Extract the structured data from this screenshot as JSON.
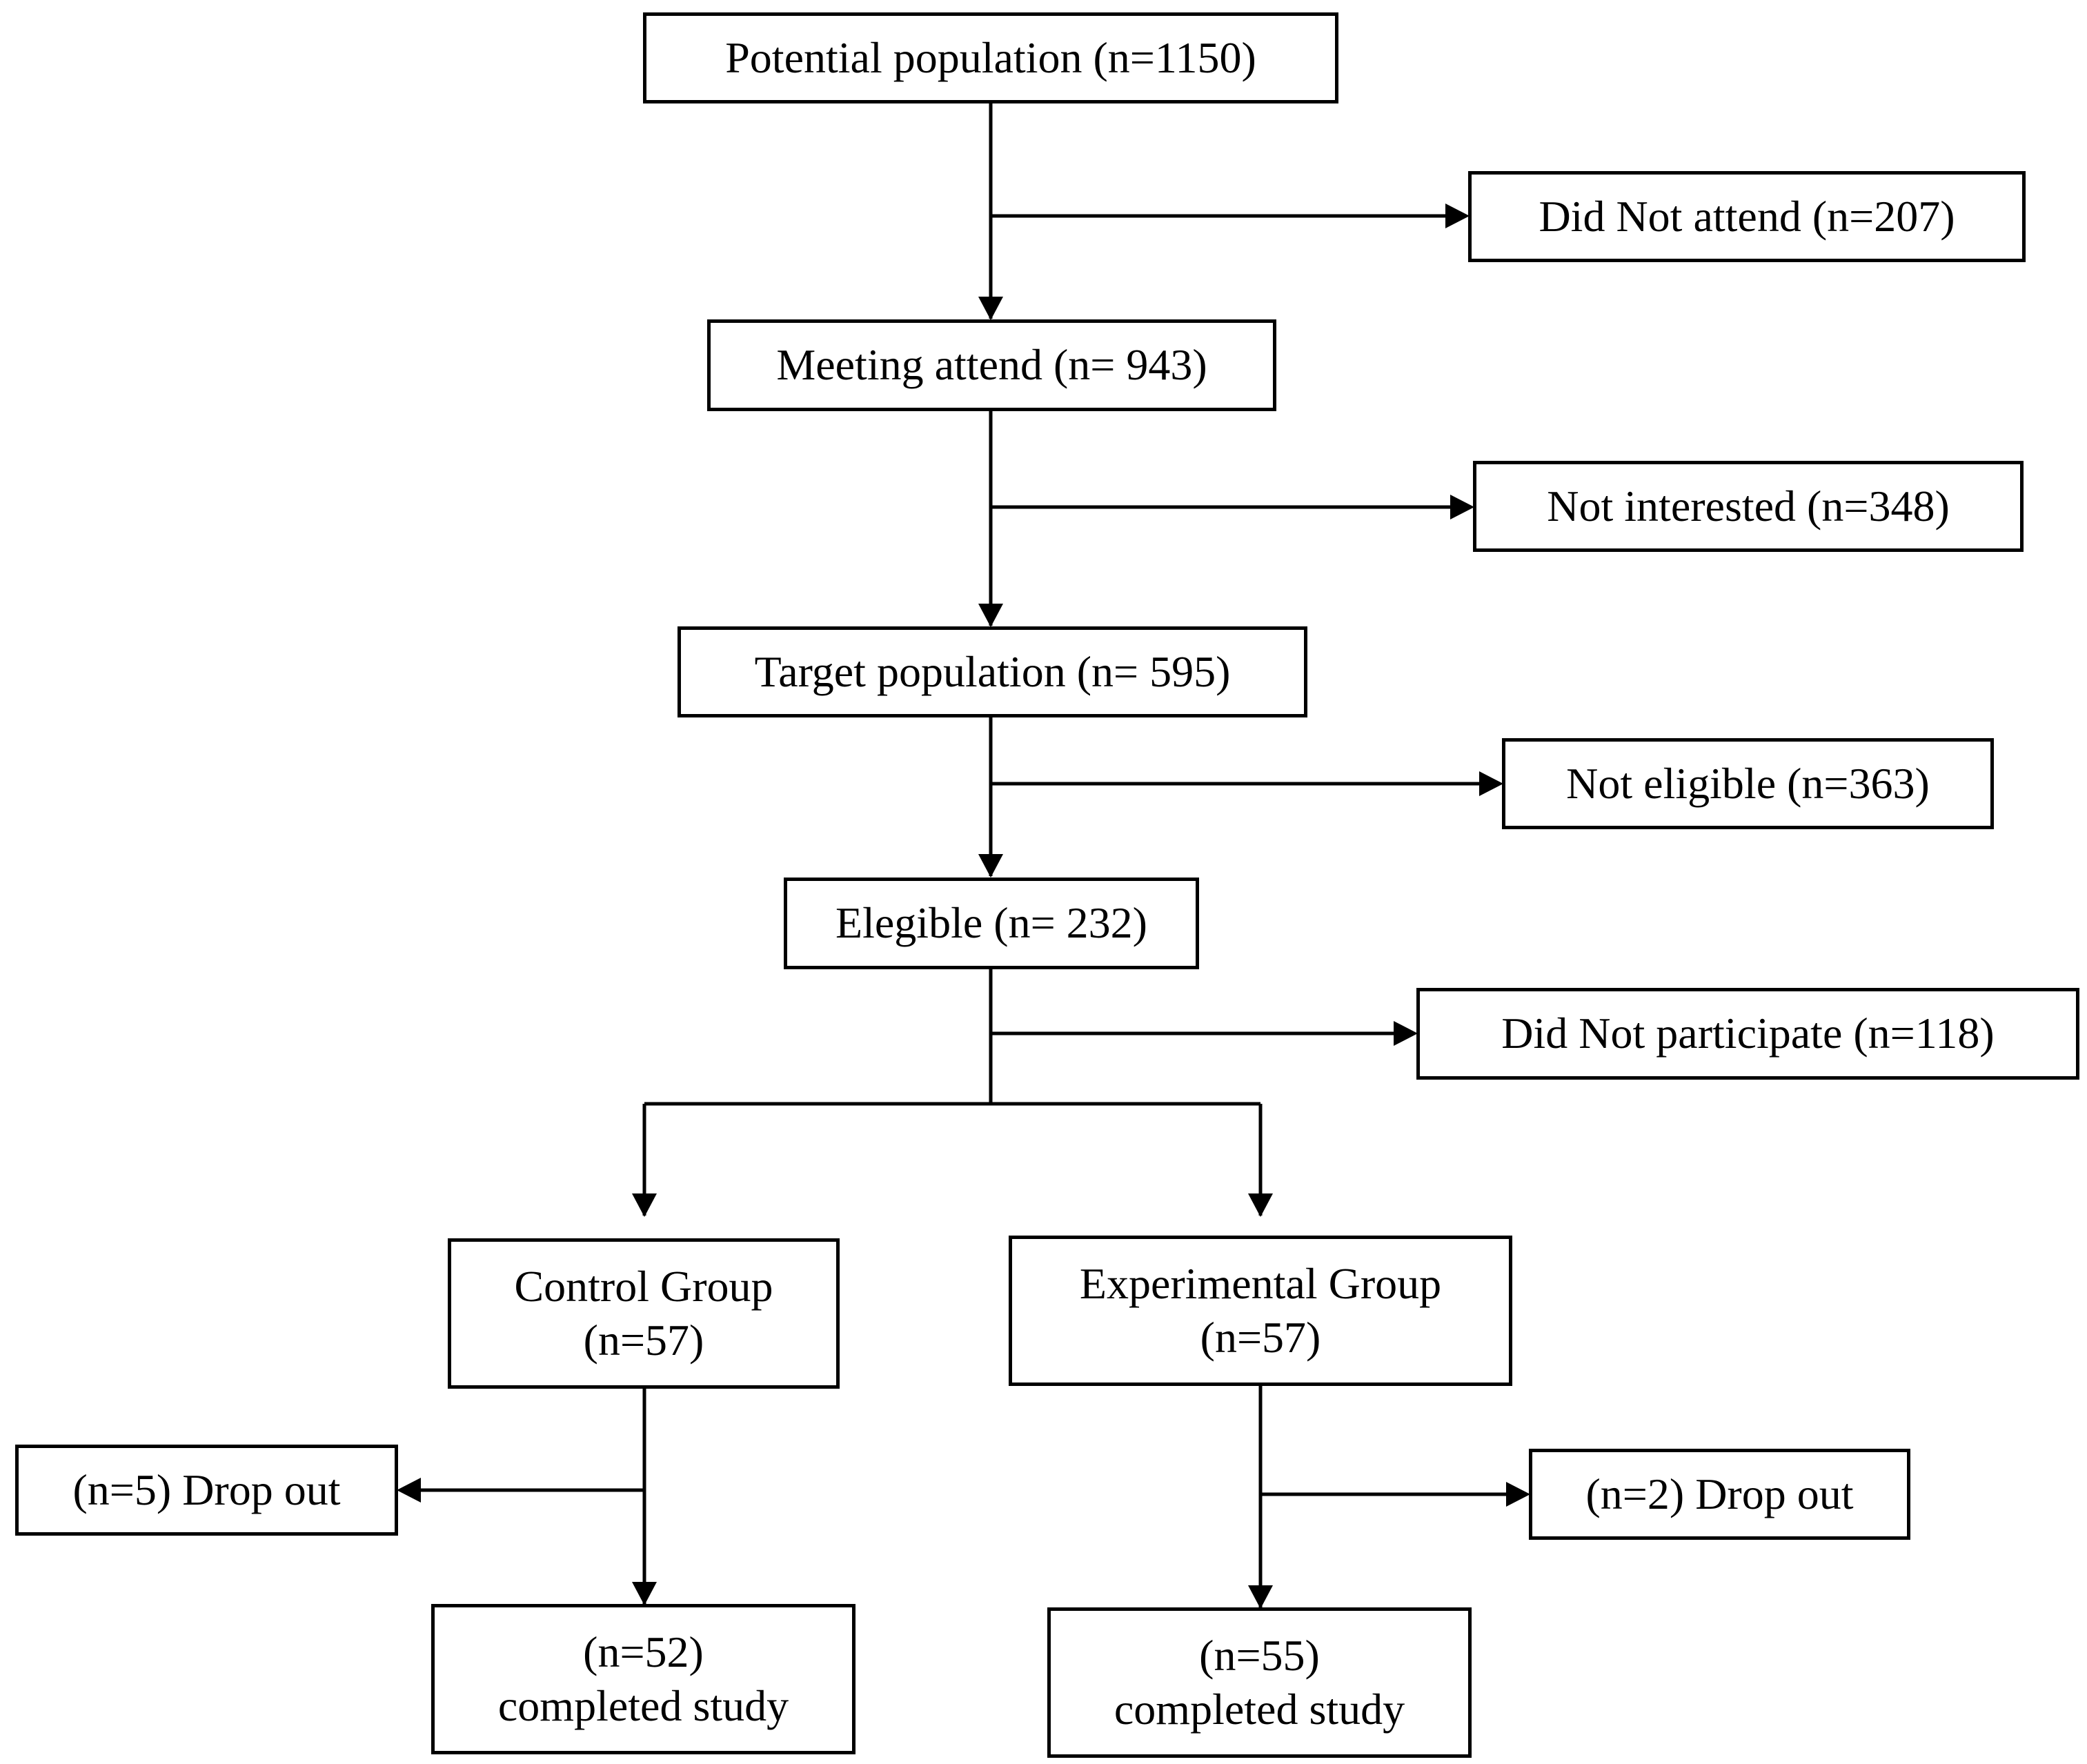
{
  "boxes": {
    "potential": {
      "line1": "Potential population (n=1150)"
    },
    "did_not_attend": {
      "line1": "Did Not attend (n=207)"
    },
    "meeting": {
      "line1": "Meeting attend (n= 943)"
    },
    "not_interested": {
      "line1": "Not interested (n=348)"
    },
    "target": {
      "line1": "Target population (n= 595)"
    },
    "not_eligible": {
      "line1": "Not eligible (n=363)"
    },
    "elegible": {
      "line1": "Elegible (n= 232)"
    },
    "did_not_participate": {
      "line1": "Did Not participate (n=118)"
    },
    "control": {
      "line1": "Control Group",
      "line2": "(n=57)"
    },
    "experimental": {
      "line1": "Experimental Group",
      "line2": "(n=57)"
    },
    "control_dropout": {
      "line1": "(n=5) Drop out"
    },
    "experimental_dropout": {
      "line1": "(n=2) Drop out"
    },
    "control_completed": {
      "line1": "(n=52)",
      "line2": "completed study"
    },
    "experimental_completed": {
      "line1": "(n=55)",
      "line2": "completed study"
    }
  }
}
